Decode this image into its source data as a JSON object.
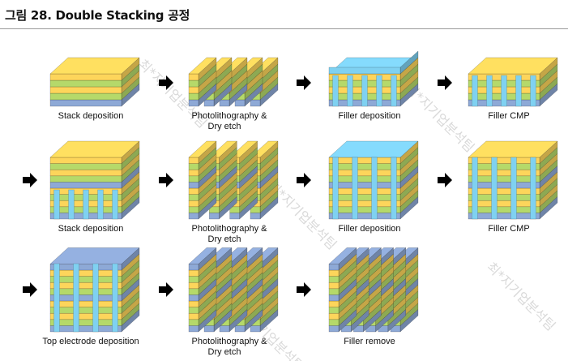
{
  "title": "그림 28. Double Stacking 공정",
  "colors": {
    "yellow": "#FDD55B",
    "green": "#B5D96A",
    "blue": "#8EA9D6",
    "cyan": "#7FD1F1",
    "arrow": "#000000",
    "rule": "#9a9a9a"
  },
  "steps": [
    {
      "label": "Stack deposition"
    },
    {
      "label": "Photolithography  &",
      "label2": "Dry etch"
    },
    {
      "label": "Filler deposition"
    },
    {
      "label": "Filler CMP"
    },
    {
      "label": "Stack deposition"
    },
    {
      "label": "Photolithography  &",
      "label2": "Dry etch"
    },
    {
      "label": "Filler deposition"
    },
    {
      "label": "Filler CMP"
    },
    {
      "label": "Top electrode deposition"
    },
    {
      "label": "Photolithography  &",
      "label2": "Dry etch"
    },
    {
      "label": "Filler remove"
    }
  ],
  "watermark": {
    "text": "최*지기업분석팀"
  }
}
